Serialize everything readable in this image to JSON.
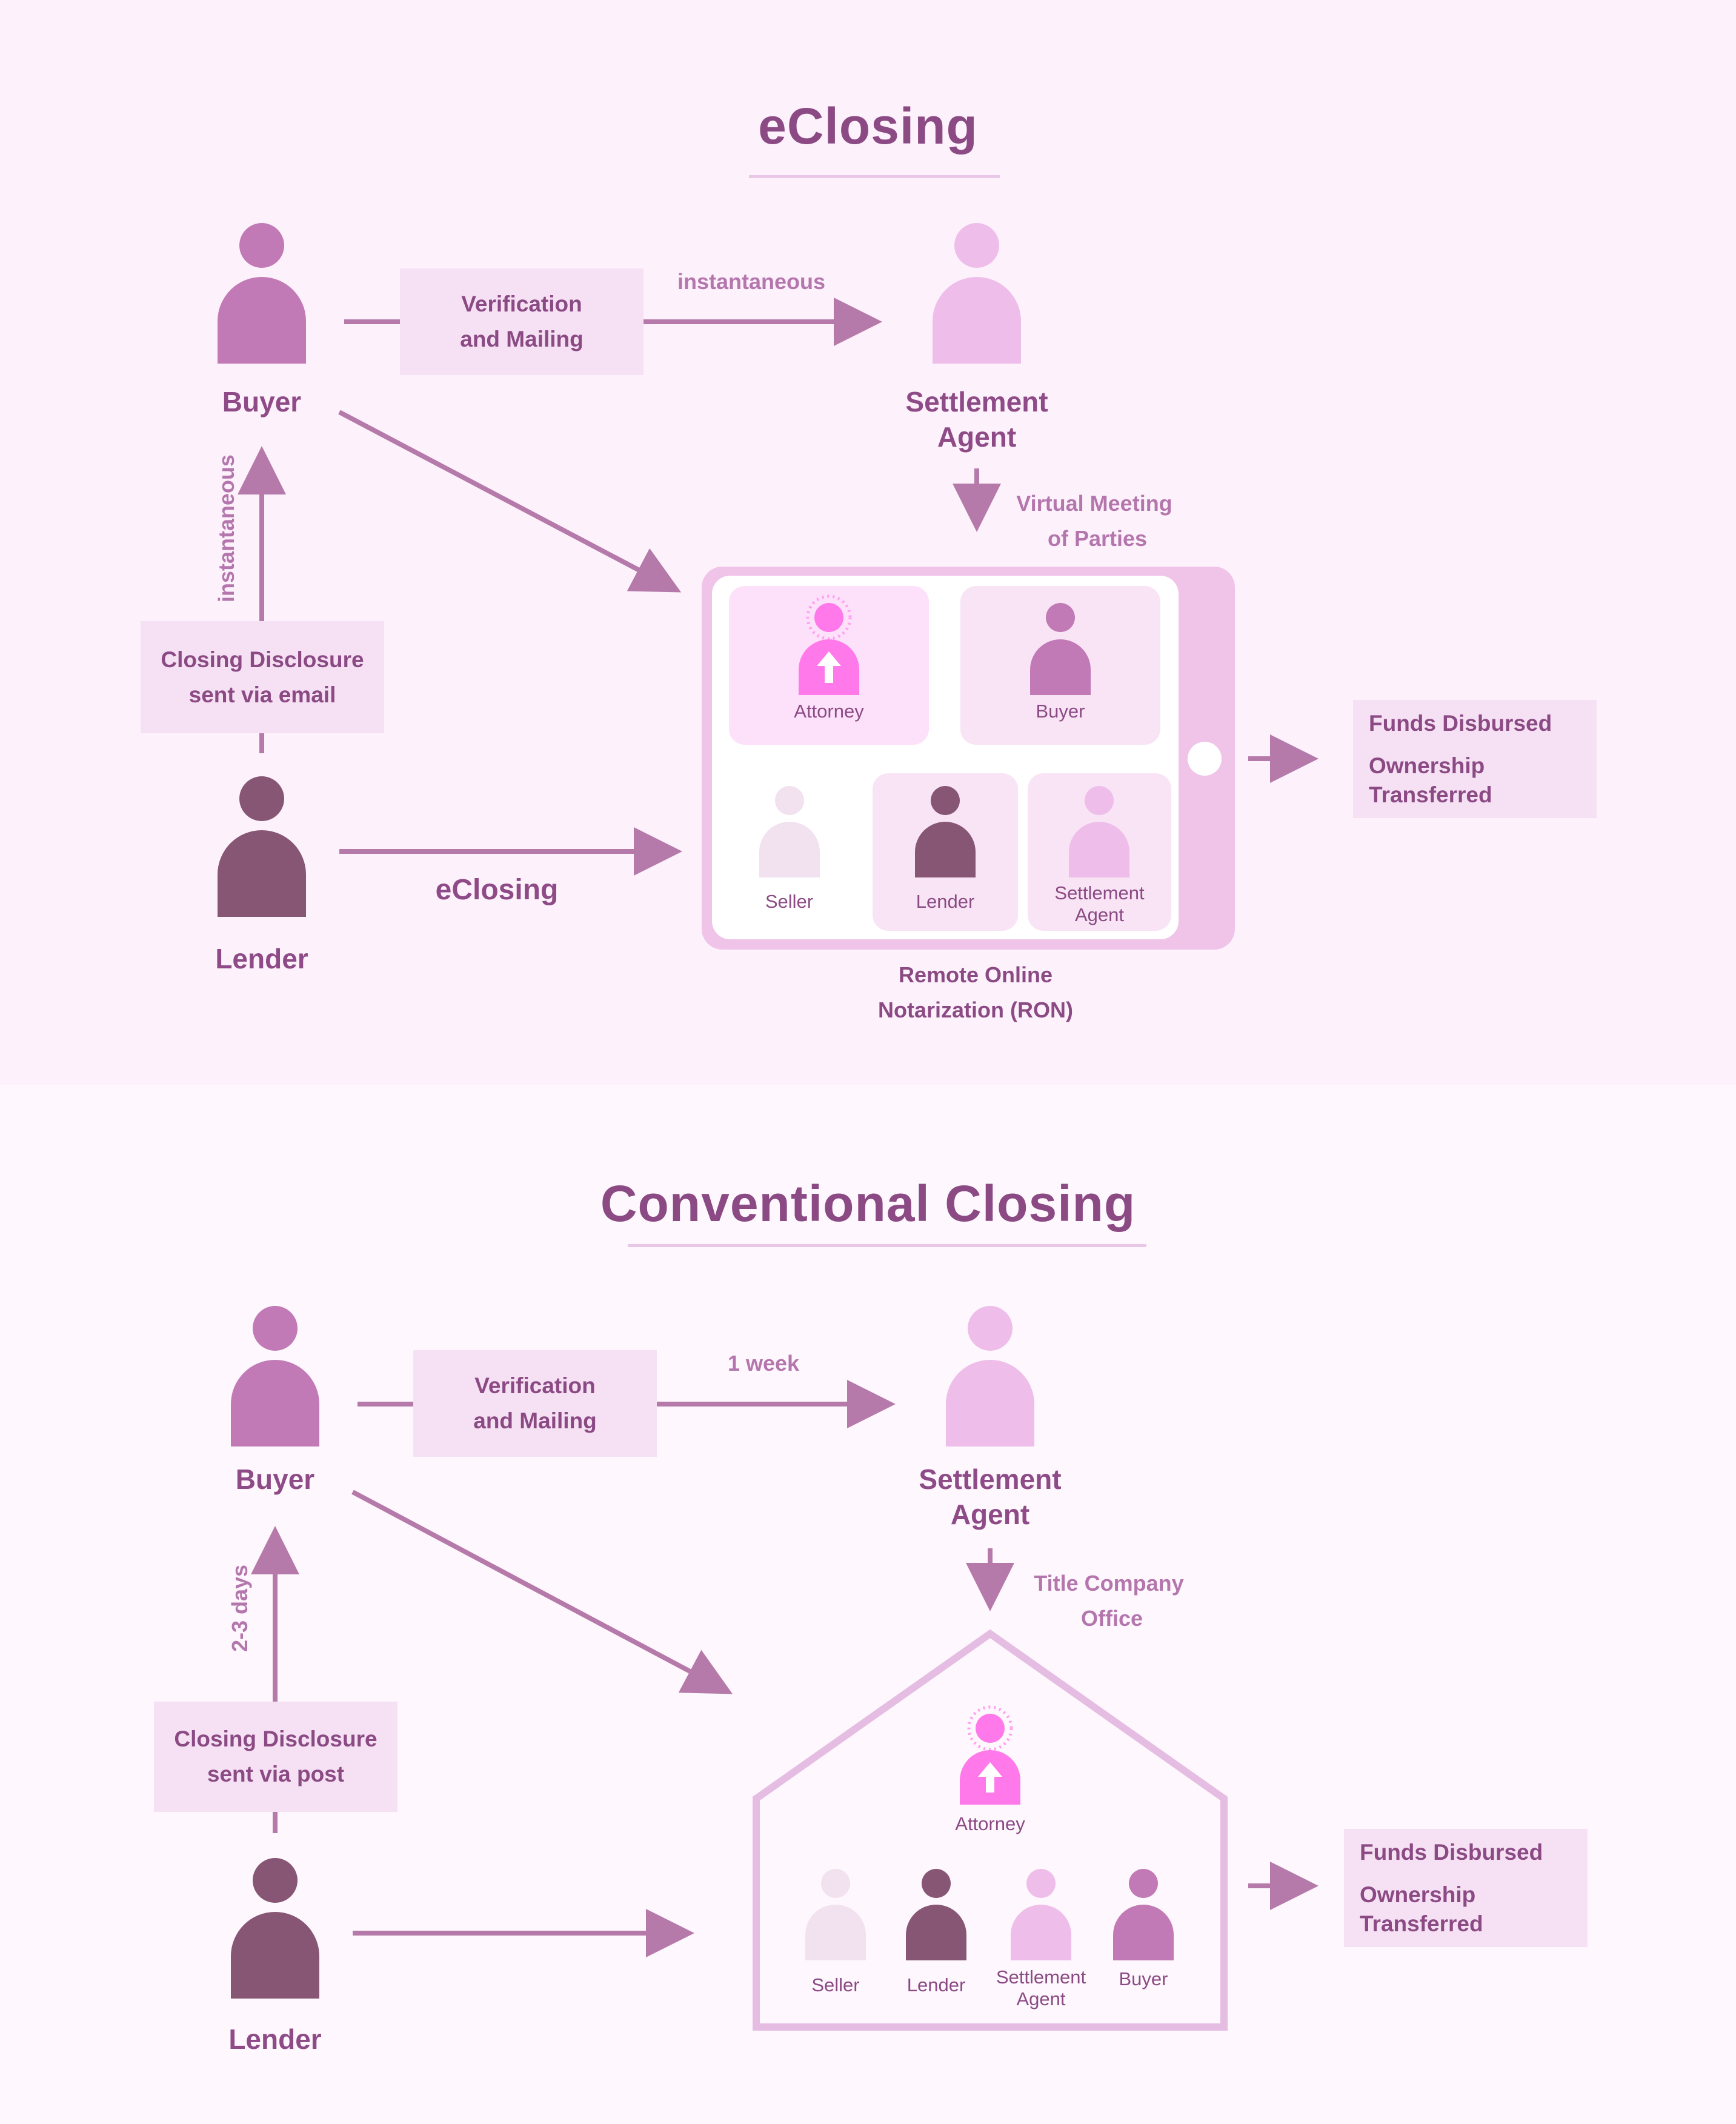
{
  "eclosing": {
    "title": "eClosing",
    "buyer": "Buyer",
    "settlement_agent_line1": "Settlement",
    "settlement_agent_line2": "Agent",
    "lender": "Lender",
    "verification_line1": "Verification",
    "verification_line2": "and Mailing",
    "edge_instantaneous_top": "instantaneous",
    "edge_instantaneous_side": "instantaneous",
    "disclosure_line1": "Closing Disclosure",
    "disclosure_line2": "sent via email",
    "virtual_line1": "Virtual Meeting",
    "virtual_line2": "of Parties",
    "edge_eclosing": "eClosing",
    "tiles": {
      "attorney": "Attorney",
      "buyer": "Buyer",
      "seller": "Seller",
      "lender": "Lender",
      "settlement_line1": "Settlement",
      "settlement_line2": "Agent"
    },
    "ron_line1": "Remote Online",
    "ron_line2": "Notarization (RON)",
    "result_line1": "Funds Disbursed",
    "result_line2": "Ownership",
    "result_line3": "Transferred"
  },
  "conventional": {
    "title": "Conventional Closing",
    "buyer": "Buyer",
    "settlement_agent_line1": "Settlement",
    "settlement_agent_line2": "Agent",
    "lender": "Lender",
    "verification_line1": "Verification",
    "verification_line2": "and Mailing",
    "edge_week": "1 week",
    "edge_days": "2-3 days",
    "disclosure_line1": "Closing Disclosure",
    "disclosure_line2": "sent via post",
    "title_company_line1": "Title Company",
    "title_company_line2": "Office",
    "office": {
      "attorney": "Attorney",
      "seller": "Seller",
      "lender": "Lender",
      "settlement_line1": "Settlement",
      "settlement_line2": "Agent",
      "buyer": "Buyer"
    },
    "result_line1": "Funds Disbursed",
    "result_line2": "Ownership",
    "result_line3": "Transferred"
  },
  "colors": {
    "buyer": "#c17ab5",
    "settlement_agent": "#efbde9",
    "lender": "#875674",
    "seller": "#f2e1ef",
    "attorney": "#ff79eb",
    "arrow": "#b57aa9",
    "box": "#f6e1f4",
    "text": "#8b4a84"
  }
}
